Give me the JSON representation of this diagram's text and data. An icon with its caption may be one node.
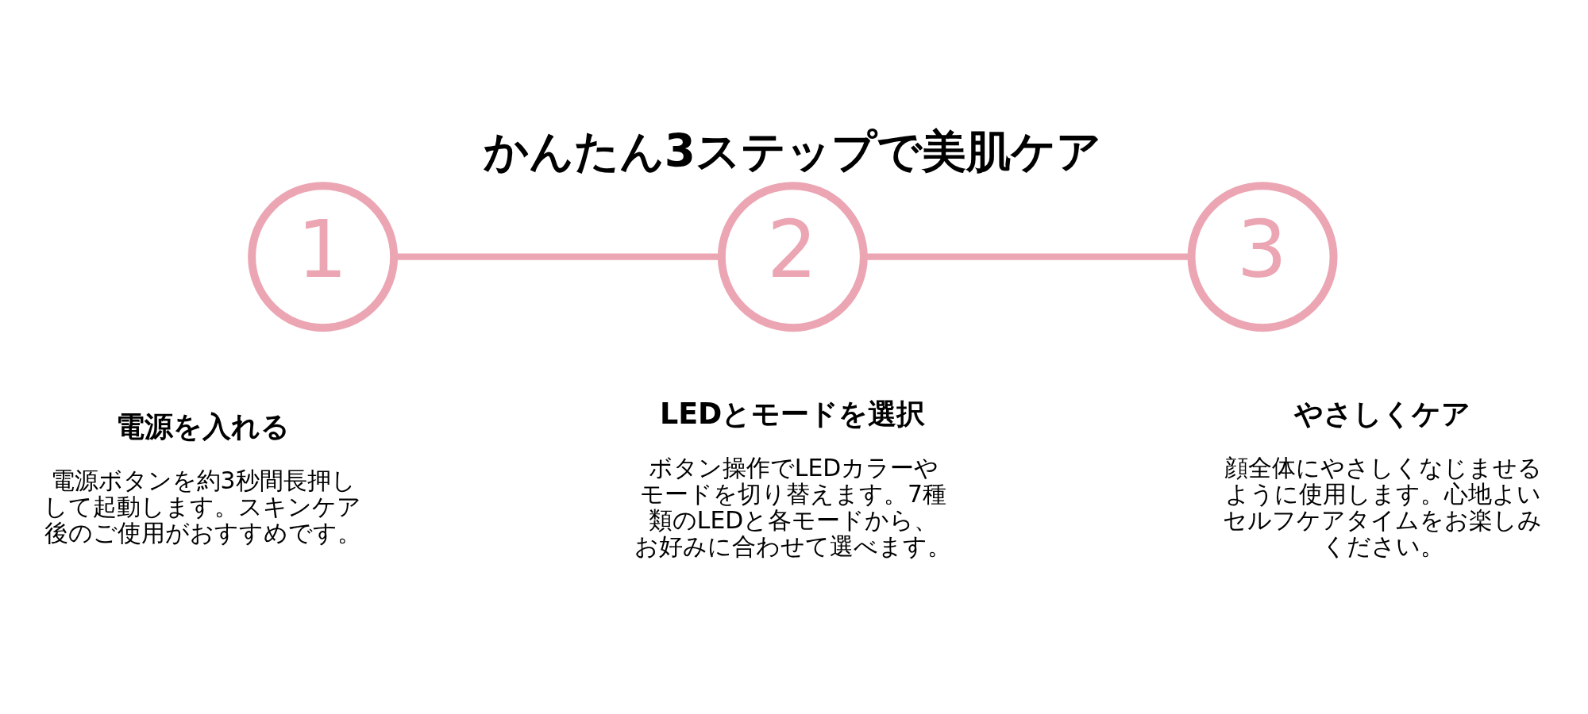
{
  "diagram": {
    "title": "かんたん3ステップで美肌ケア",
    "nodes": [
      {
        "text": [
          "1"
        ],
        "beside": [
          "電源を入れる",
          "電源ボタンを約3秒間長押しして起動します。スキンケア後のご使用がおすすめです。"
        ]
      },
      {
        "text": [
          "2"
        ],
        "beside": [
          "LEDとモードを選択",
          "ボタン操作でLEDカラーやモードを切り替えます。7種類のLEDと各モードから、お好みに合わせて選べます。"
        ]
      },
      {
        "text": [
          "3"
        ],
        "beside": [
          "やさしくケア",
          "顔全体にやさしくなじませるように使用します。心地よいセルフケアタイムをお楽しみください。"
        ]
      }
    ],
    "edges": [
      {
        "from": 0,
        "to": 1,
        "arrow": "none"
      },
      {
        "from": 1,
        "to": 2,
        "arrow": "none"
      }
    ]
  }
}
